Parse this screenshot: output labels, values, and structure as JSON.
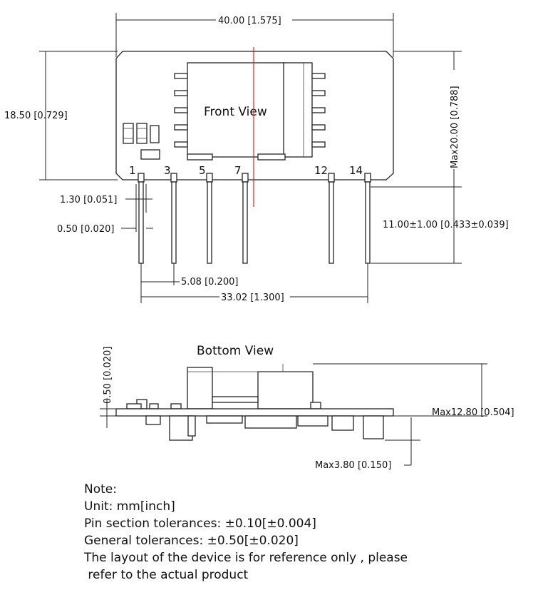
{
  "front_view": {
    "title": "Front View",
    "dims": {
      "width": "40.00 [1.575]",
      "height": "18.50 [0.729]",
      "max_height": "Max20.00 [0.788]",
      "pin_pitch": "1.30 [0.051]",
      "pin_dia": "0.50 [0.020]",
      "pin_length": "11.00±1.00 [0.433±0.039]",
      "pin_spacing": "5.08 [0.200]",
      "pin_span": "33.02 [1.300]"
    },
    "pins": [
      "1",
      "3",
      "5",
      "7",
      "12",
      "14"
    ]
  },
  "bottom_view": {
    "title": "Bottom View",
    "dims": {
      "board_thickness": "0.50 [0.020]",
      "max_height": "Max12.80 [0.504]",
      "max_below": "Max3.80 [0.150]"
    }
  },
  "notes": [
    "Note:",
    "Unit: mm[inch]",
    "Pin section tolerances: ±0.10[±0.004]",
    "General tolerances: ±0.50[±0.020]",
    "The layout of the device is for reference only , please",
    " refer to the actual product"
  ]
}
